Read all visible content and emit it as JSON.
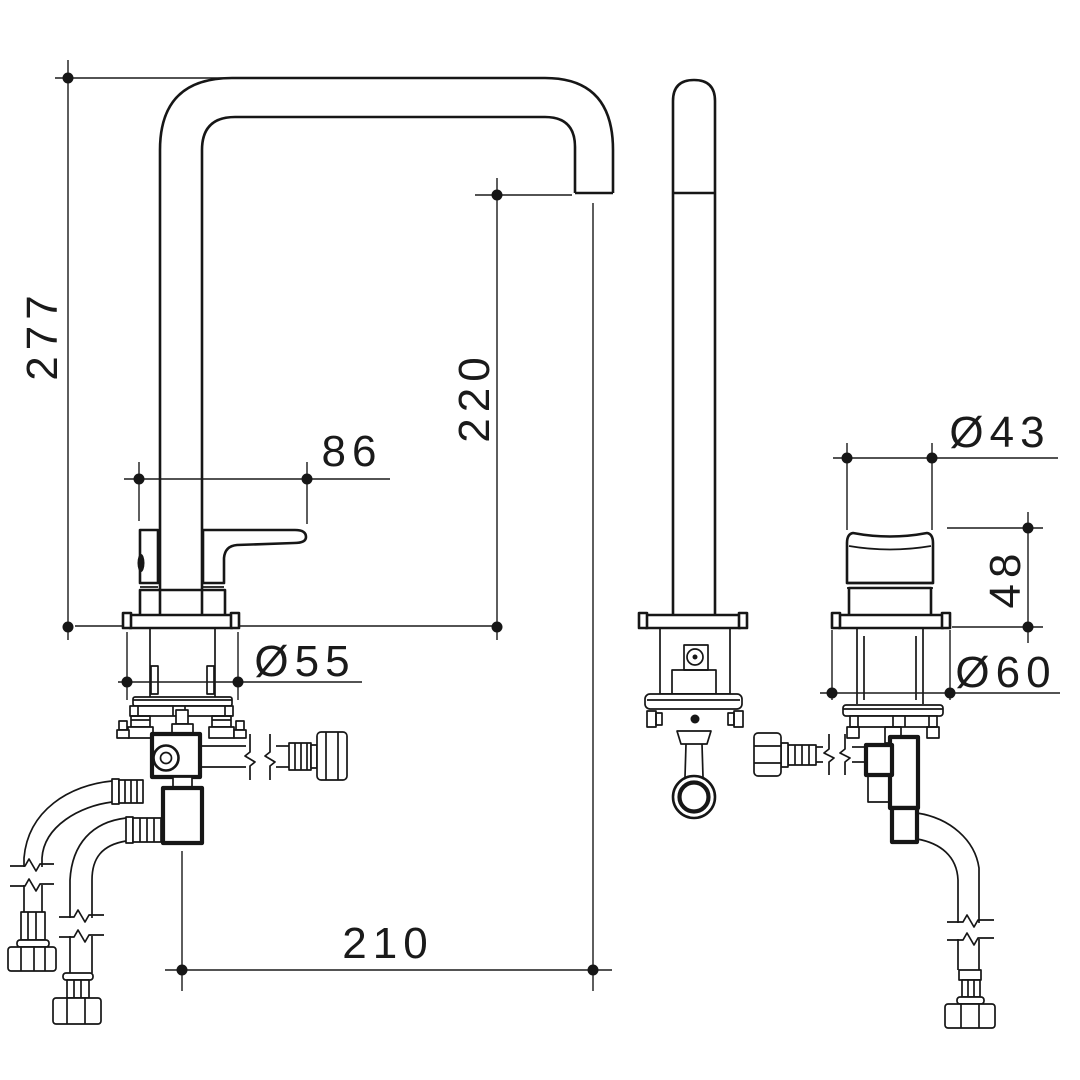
{
  "drawing": {
    "background": "#ffffff",
    "line_color": "#161616",
    "labels": {
      "overall_height": "277",
      "outlet_height": "220",
      "handle_projection": "86",
      "body_base_diameter": "Ø55",
      "spout_projection": "210",
      "remote_handle_diameter": "Ø43",
      "remote_handle_height": "48",
      "remote_base_diameter": "Ø60"
    }
  }
}
